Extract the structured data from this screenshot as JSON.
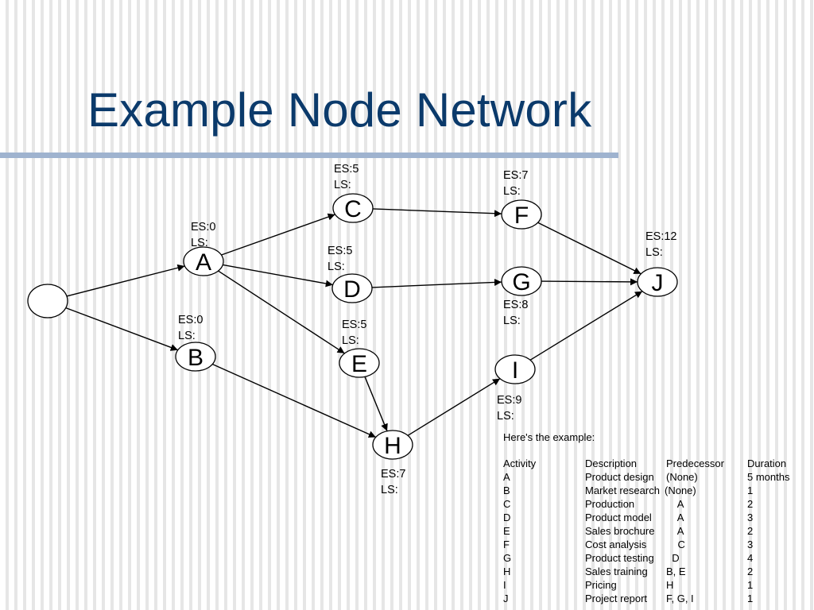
{
  "slide": {
    "title": "Example Node Network"
  },
  "nodes": [
    {
      "id": "start",
      "letter": "",
      "es": "",
      "ls": ""
    },
    {
      "id": "A",
      "letter": "A",
      "es": "ES:0",
      "ls": "LS:"
    },
    {
      "id": "B",
      "letter": "B",
      "es": "ES:0",
      "ls": "LS:"
    },
    {
      "id": "C",
      "letter": "C",
      "es": "ES:5",
      "ls": "LS:"
    },
    {
      "id": "D",
      "letter": "D",
      "es": "ES:5",
      "ls": "LS:"
    },
    {
      "id": "E",
      "letter": "E",
      "es": "ES:5",
      "ls": "LS:"
    },
    {
      "id": "F",
      "letter": "F",
      "es": "ES:7",
      "ls": "LS:"
    },
    {
      "id": "G",
      "letter": "G",
      "es": "ES:8",
      "ls": "LS:"
    },
    {
      "id": "H",
      "letter": "H",
      "es": "ES:7",
      "ls": "LS:"
    },
    {
      "id": "I",
      "letter": "I",
      "es": "ES:9",
      "ls": "LS:"
    },
    {
      "id": "J",
      "letter": "J",
      "es": "ES:12",
      "ls": "LS:"
    }
  ],
  "edges": [
    {
      "from": "start",
      "to": "A"
    },
    {
      "from": "start",
      "to": "B"
    },
    {
      "from": "A",
      "to": "C"
    },
    {
      "from": "A",
      "to": "D"
    },
    {
      "from": "A",
      "to": "E"
    },
    {
      "from": "B",
      "to": "H"
    },
    {
      "from": "C",
      "to": "F"
    },
    {
      "from": "D",
      "to": "G"
    },
    {
      "from": "E",
      "to": "H"
    },
    {
      "from": "F",
      "to": "J"
    },
    {
      "from": "G",
      "to": "J"
    },
    {
      "from": "H",
      "to": "I"
    },
    {
      "from": "I",
      "to": "J"
    }
  ],
  "example": {
    "caption": "Here's the example:",
    "headers": [
      "Activity",
      "Description",
      "Predecessor",
      "Duration"
    ],
    "rows": [
      [
        "A",
        "Product design",
        "(None)",
        "5 months"
      ],
      [
        "B",
        "Market research",
        "(None)",
        "1"
      ],
      [
        "C",
        "Production",
        "    A",
        "2"
      ],
      [
        "D",
        "Product model",
        "    A",
        "3"
      ],
      [
        "E",
        "Sales brochure",
        "    A",
        "2"
      ],
      [
        "F",
        "Cost analysis",
        "    C",
        "3"
      ],
      [
        "G",
        "Product testing",
        "  D",
        "4"
      ],
      [
        "H",
        "Sales training",
        "B, E",
        "2"
      ],
      [
        "I",
        "Pricing",
        "H",
        "1"
      ],
      [
        "J",
        "Project report",
        "F, G, I",
        "1"
      ]
    ]
  },
  "colors": {
    "title": "#0b3a6b",
    "title_rule": "#9fb3cf",
    "background_stripe": "#e6e6e6",
    "node_fill": "#ffffff",
    "line": "#000000"
  }
}
